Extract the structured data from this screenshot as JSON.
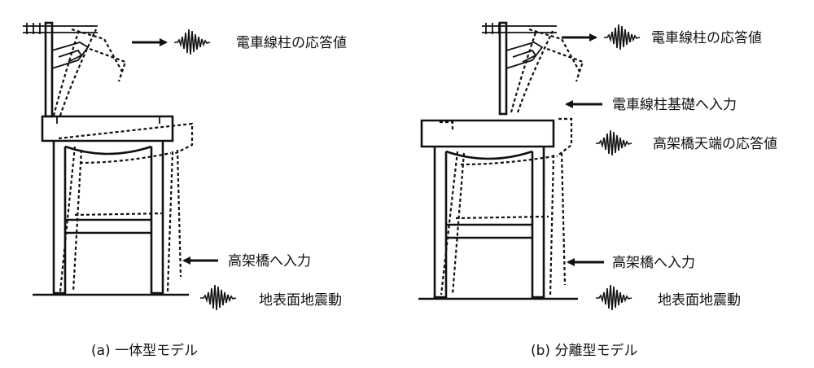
{
  "model_a": {
    "caption": "(a) 一体型モデル",
    "label_pole_response": "電車線柱の応答値",
    "label_viaduct_input": "高架橋へ入力",
    "label_ground_motion": "地表面地震動"
  },
  "model_b": {
    "caption": "(b) 分離型モデル",
    "label_pole_response": "電車線柱の応答値",
    "label_foundation_input": "電車線柱基礎へ入力",
    "label_viaduct_top_response": "高架橋天端の応答値",
    "label_viaduct_input": "高架橋へ入力",
    "label_ground_motion": "地表面地震動"
  }
}
